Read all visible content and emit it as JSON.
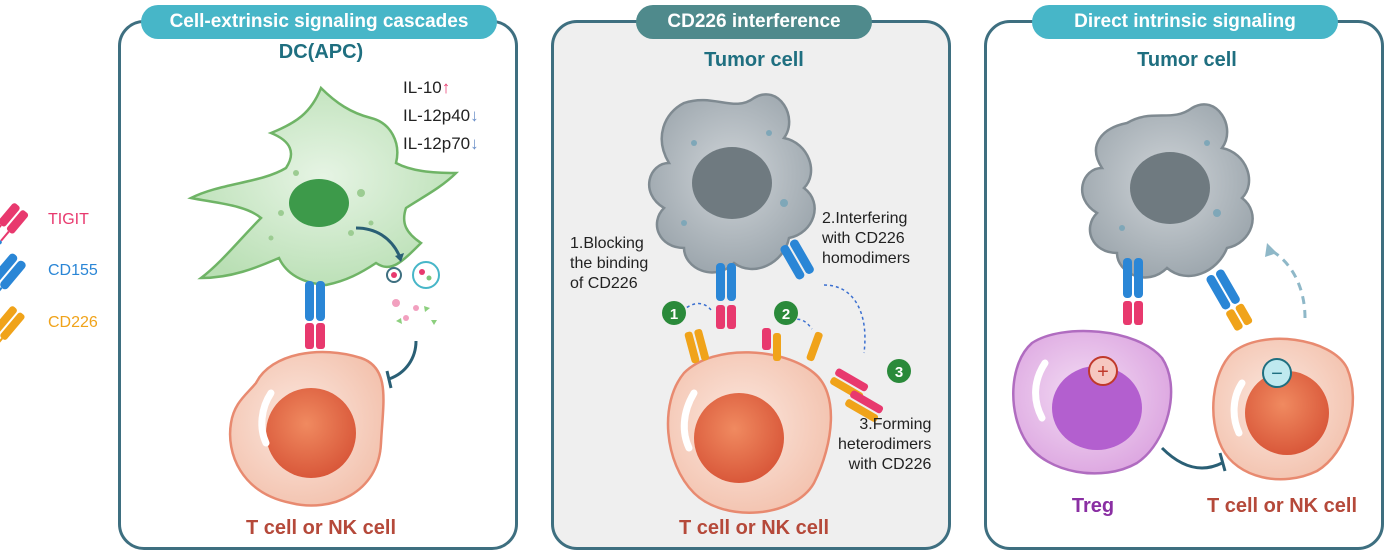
{
  "legend": [
    {
      "label": "TIGIT",
      "color": "#e8396e"
    },
    {
      "label": "CD155",
      "color": "#2a86d6"
    },
    {
      "label": "CD226",
      "color": "#f0a31a"
    }
  ],
  "panel1": {
    "banner": "Cell-extrinsic signaling cascades",
    "top_cell": "DC(APC)",
    "cytokines": [
      {
        "name": "IL-10",
        "arrow": "↑"
      },
      {
        "name": "IL-12p40",
        "arrow": "↓"
      },
      {
        "name": "IL-12p70",
        "arrow": "↓"
      }
    ],
    "bottom_cell": "T cell or NK cell"
  },
  "panel2": {
    "banner": "CD226 interference",
    "top_cell": "Tumor cell",
    "mech1": [
      "1.Blocking",
      "the binding",
      "of CD226"
    ],
    "mech2": [
      "2.Interfering",
      "with CD226",
      "homodimers"
    ],
    "mech3": [
      "3.Forming",
      "heterodimers",
      "with CD226"
    ],
    "badges": [
      "1",
      "2",
      "3"
    ],
    "bottom_cell": "T cell or NK cell"
  },
  "panel3": {
    "banner": "Direct intrinsic signaling",
    "top_cell": "Tumor cell",
    "plus": "+",
    "minus": "−",
    "left_cell": "Treg",
    "right_cell": "T cell or NK cell"
  },
  "colors": {
    "border": "#3e6f80",
    "banner1": "#47b6c8",
    "banner2": "#4f8a8c",
    "banner3": "#47b6c8",
    "up_arrow": "#e8396e",
    "down_arrow": "#6a8fc8",
    "badge": "#2a8a3a"
  }
}
